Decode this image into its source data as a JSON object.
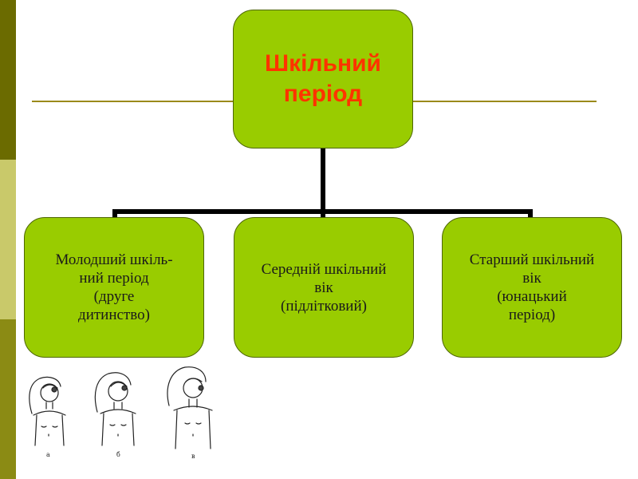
{
  "diagram": {
    "root": {
      "label": "Шкільний\nперіод",
      "text_color": "#ff3300"
    },
    "children": [
      {
        "label": "Молодший шкіль-\nний період\n(друге\nдитинство)"
      },
      {
        "label": "Середній шкільний\nвік\n(підлітковий)"
      },
      {
        "label": "Старший шкільний\nвік\n(юнацький\nперіод)"
      }
    ],
    "node_fill": "#99cc00"
  },
  "figures": {
    "labels": [
      "a",
      "б",
      "в"
    ],
    "icon": "child-with-raised-arm-figure"
  }
}
